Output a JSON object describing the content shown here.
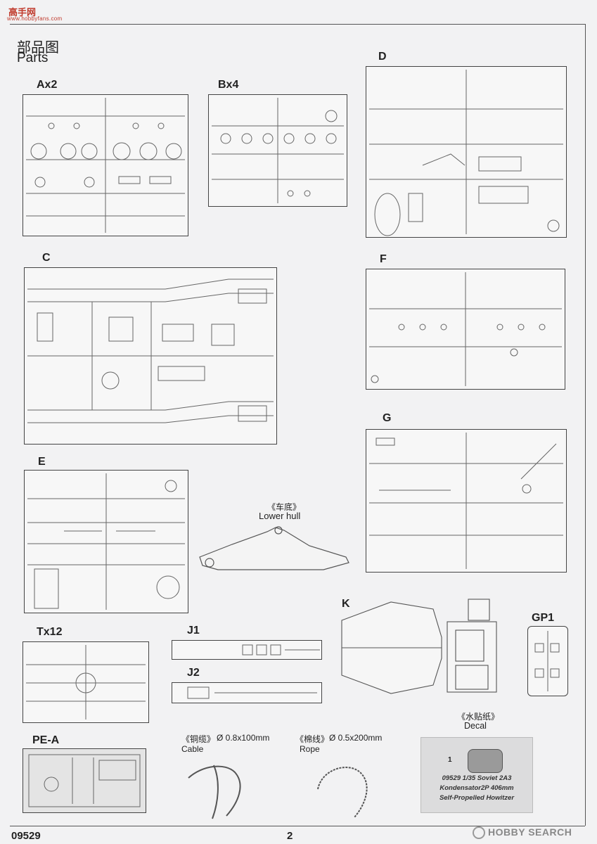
{
  "logo": {
    "text": "高手网",
    "sub": "www.hobbyfans.com"
  },
  "title": {
    "cn": "部品图",
    "en": "Parts"
  },
  "sprues": {
    "a": "Ax2",
    "b": "Bx4",
    "c": "C",
    "d": "D",
    "e": "E",
    "f": "F",
    "g": "G",
    "k": "K",
    "gp1": "GP1",
    "tx": "Tx12",
    "j1": "J1",
    "j2": "J2",
    "pea": "PE-A"
  },
  "lower_hull": {
    "cn": "《车底》",
    "en": "Lower hull"
  },
  "cable": {
    "cn": "《铜缆》",
    "spec": "Ø 0.8x100mm",
    "en": "Cable"
  },
  "rope": {
    "cn": "《棉线》",
    "spec": "Ø 0.5x200mm",
    "en": "Rope"
  },
  "decal": {
    "cn": "《水贴纸》",
    "en": "Decal",
    "number": "1",
    "line1": "09529 1/35 Soviet 2A3",
    "line2": "Kondensator2P 406mm",
    "line3": "Self-Propelled Howitzer"
  },
  "footer": {
    "code": "09529",
    "page": "2"
  },
  "watermark": "HOBBY SEARCH"
}
